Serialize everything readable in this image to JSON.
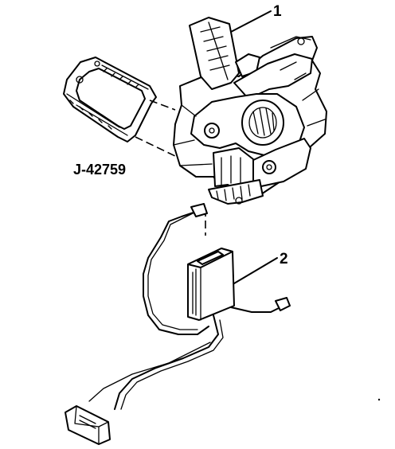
{
  "callouts": {
    "item_1": "1",
    "item_2": "2",
    "tool": "J-42759"
  }
}
